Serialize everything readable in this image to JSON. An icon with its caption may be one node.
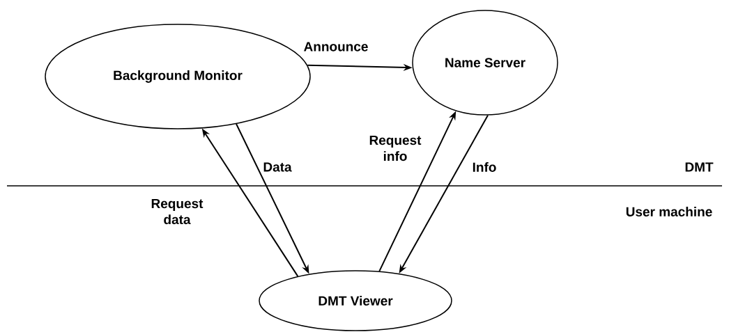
{
  "diagram": {
    "nodes": [
      {
        "text": [
          "Background Monitor"
        ]
      },
      {
        "text": [
          "Name Server"
        ]
      },
      {
        "text": [
          "DMT Viewer"
        ]
      }
    ],
    "edges": [
      {
        "from": 0,
        "to": 1,
        "arrow": "to",
        "label": "Announce"
      },
      {
        "from": 0,
        "to": 2,
        "arrow": "to",
        "label": "Data"
      },
      {
        "from": 2,
        "to": 0,
        "arrow": "to",
        "label": "Request data"
      },
      {
        "from": 2,
        "to": 1,
        "arrow": "to",
        "label": "Request info"
      },
      {
        "from": 1,
        "to": 2,
        "arrow": "to",
        "label": "Info"
      }
    ],
    "labels": [
      "DMT",
      "User machine"
    ]
  }
}
